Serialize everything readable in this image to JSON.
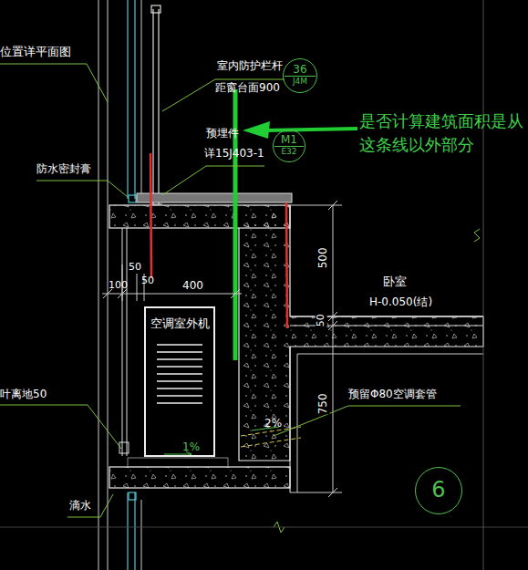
{
  "diagram": {
    "nodes": [
      {
        "text": [
          "36",
          "J4M"
        ]
      },
      {
        "text": [
          "M1",
          "E32"
        ]
      },
      {
        "text": [
          "空调室外机"
        ]
      },
      {
        "text": [
          "6"
        ]
      }
    ],
    "labels": [
      "位置详平面图",
      "室内防护栏杆",
      "距窗台面900",
      "是否计算建筑面积是从这条线以外部分",
      "预埋件",
      "详15J403-1",
      "防水密封膏",
      "50",
      "50",
      "100",
      "400",
      "500",
      "卧室",
      "H-0.050(结)",
      "50",
      "2%",
      "1%",
      "750",
      "预留Φ80空调套管",
      "叶离地50",
      "滴水"
    ]
  }
}
